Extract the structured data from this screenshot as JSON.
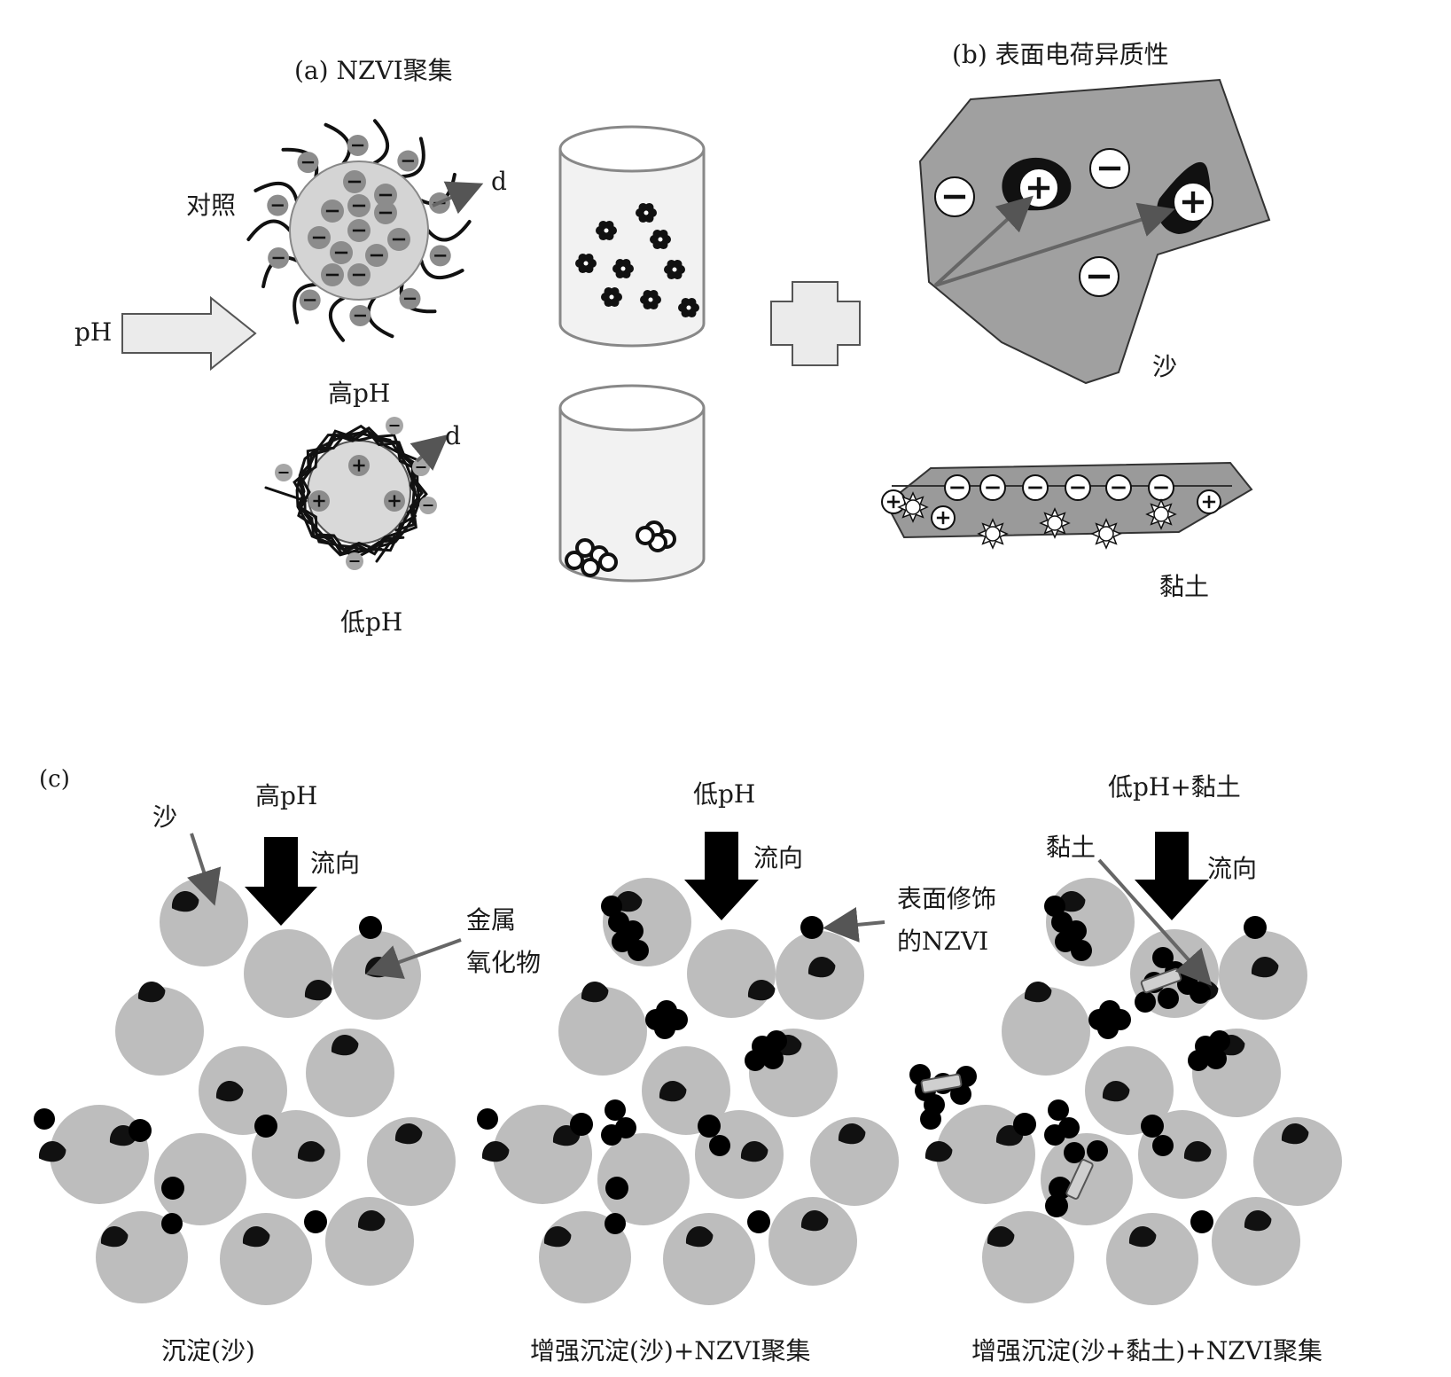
{
  "panel_a": {
    "title": "(a) NZVI聚集",
    "control_label": "对照",
    "ph_arrow_label": "pH",
    "high_ph_label": "高pH",
    "low_ph_label": "低pH",
    "distance_label_top": "d",
    "distance_label_bottom": "d"
  },
  "panel_b": {
    "title": "(b) 表面电荷异质性",
    "sand_label": "沙",
    "clay_label": "黏土"
  },
  "panel_c": {
    "tag": "(c)",
    "left": {
      "condition": "高pH",
      "flow": "流向",
      "sand_callout": "沙",
      "oxide_callout_line1": "金属",
      "oxide_callout_line2": "氧化物",
      "caption": "沉淀(沙)"
    },
    "middle": {
      "condition": "低pH",
      "flow": "流向",
      "nzvi_callout_line1": "表面修饰",
      "nzvi_callout_line2": "的NZVI",
      "caption": "增强沉淀(沙)+NZVI聚集"
    },
    "right": {
      "condition": "低pH+黏土",
      "flow": "流向",
      "clay_callout": "黏土",
      "caption": "增强沉淀(沙+黏土)+NZVI聚集"
    }
  },
  "colors": {
    "particle_core": "#d4d4d4",
    "negative_charge": "#8c8c8c",
    "sand_grain": "#bdbdbd",
    "sand_sheet": "#9e9e9e",
    "arrow_fill": "#ebebeb",
    "flow_arrow": "#000000",
    "oxide": "#111111"
  }
}
